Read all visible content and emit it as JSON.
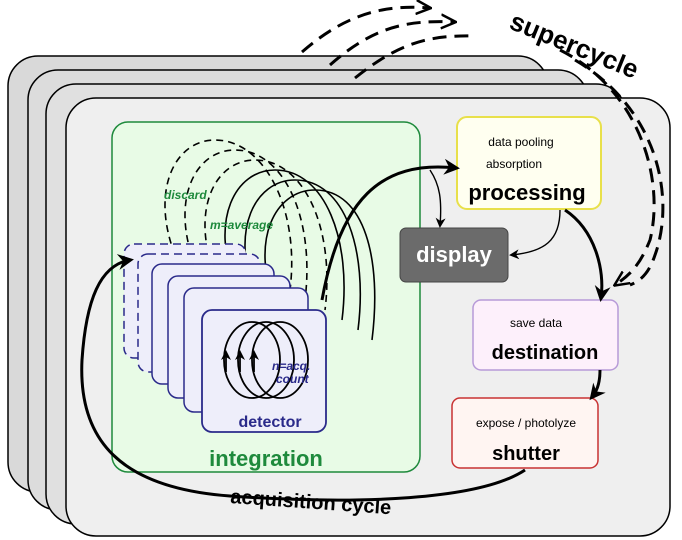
{
  "supercycle": {
    "label": "supercycle"
  },
  "integration": {
    "label": "integration",
    "discard_label": "discard",
    "average_label": "m=average",
    "count_label_line1": "n=acq.",
    "count_label_line2": "count",
    "detector_label": "detector"
  },
  "processing": {
    "title": "processing",
    "line1": "data pooling",
    "line2": "absorption"
  },
  "display": {
    "title": "display"
  },
  "destination": {
    "title": "destination",
    "subtitle": "save data"
  },
  "shutter": {
    "title": "shutter",
    "subtitle": "expose / photolyze"
  },
  "acquisition": {
    "label": "acquisition cycle"
  },
  "colors": {
    "integration_border": "#1e8a3c",
    "integration_fill": "#e8fbe6",
    "integration_text": "#1e8a3c",
    "detector_border": "#2a2a8a",
    "detector_fill": "#eeeefa",
    "detector_text": "#2a2a8a",
    "processing_border": "#e8e04a",
    "processing_fill": "#fffff0",
    "display_fill": "#6b6b6b",
    "destination_border": "#b79ad8",
    "destination_fill": "#fdf0fb",
    "shutter_border": "#c83232",
    "shutter_fill": "#fff5f2",
    "panel_fill": "#efefef",
    "panel_stack_fill": "#d9d9d9"
  }
}
